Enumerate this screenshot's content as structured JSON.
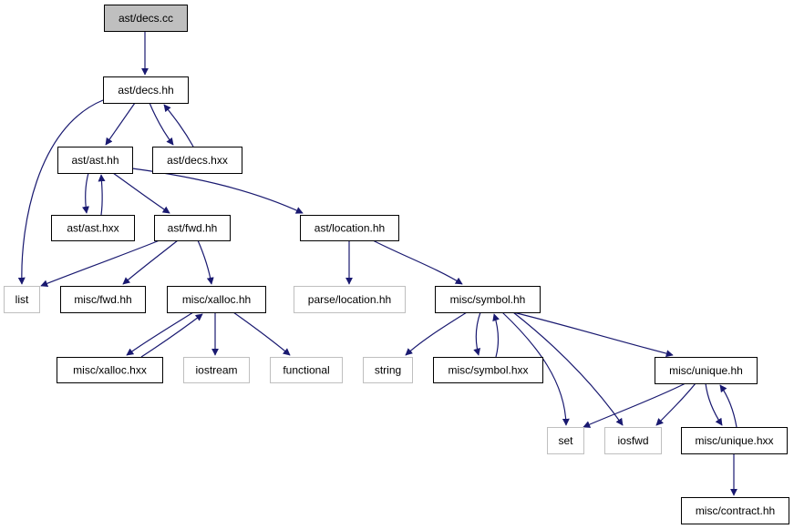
{
  "colors": {
    "edge": "#191970",
    "root_fill": "#bfbfbf",
    "node_border": "#000000",
    "external_border": "#bfbfbf",
    "background": "#ffffff"
  },
  "nodes": [
    {
      "id": "decs_cc",
      "label": "ast/decs.cc",
      "kind": "root"
    },
    {
      "id": "decs_hh",
      "label": "ast/decs.hh",
      "kind": "file"
    },
    {
      "id": "ast_hh",
      "label": "ast/ast.hh",
      "kind": "file"
    },
    {
      "id": "decs_hxx",
      "label": "ast/decs.hxx",
      "kind": "file"
    },
    {
      "id": "ast_hxx",
      "label": "ast/ast.hxx",
      "kind": "file"
    },
    {
      "id": "fwd_hh",
      "label": "ast/fwd.hh",
      "kind": "file"
    },
    {
      "id": "location_hh",
      "label": "ast/location.hh",
      "kind": "file"
    },
    {
      "id": "list",
      "label": "list",
      "kind": "external"
    },
    {
      "id": "misc_fwd_hh",
      "label": "misc/fwd.hh",
      "kind": "file"
    },
    {
      "id": "xalloc_hh",
      "label": "misc/xalloc.hh",
      "kind": "file"
    },
    {
      "id": "parse_location_hh",
      "label": "parse/location.hh",
      "kind": "external"
    },
    {
      "id": "symbol_hh",
      "label": "misc/symbol.hh",
      "kind": "file"
    },
    {
      "id": "xalloc_hxx",
      "label": "misc/xalloc.hxx",
      "kind": "file"
    },
    {
      "id": "iostream",
      "label": "iostream",
      "kind": "external"
    },
    {
      "id": "functional",
      "label": "functional",
      "kind": "external"
    },
    {
      "id": "string",
      "label": "string",
      "kind": "external"
    },
    {
      "id": "symbol_hxx",
      "label": "misc/symbol.hxx",
      "kind": "file"
    },
    {
      "id": "unique_hh",
      "label": "misc/unique.hh",
      "kind": "file"
    },
    {
      "id": "set",
      "label": "set",
      "kind": "external"
    },
    {
      "id": "iosfwd",
      "label": "iosfwd",
      "kind": "external"
    },
    {
      "id": "unique_hxx",
      "label": "misc/unique.hxx",
      "kind": "file"
    },
    {
      "id": "contract_hh",
      "label": "misc/contract.hh",
      "kind": "file"
    }
  ],
  "edges": [
    [
      "decs_cc",
      "decs_hh"
    ],
    [
      "decs_hh",
      "list"
    ],
    [
      "decs_hh",
      "ast_hh"
    ],
    [
      "decs_hh",
      "decs_hxx"
    ],
    [
      "decs_hxx",
      "decs_hh"
    ],
    [
      "ast_hh",
      "ast_hxx"
    ],
    [
      "ast_hxx",
      "ast_hh"
    ],
    [
      "ast_hh",
      "fwd_hh"
    ],
    [
      "ast_hh",
      "location_hh"
    ],
    [
      "fwd_hh",
      "list"
    ],
    [
      "fwd_hh",
      "misc_fwd_hh"
    ],
    [
      "fwd_hh",
      "xalloc_hh"
    ],
    [
      "xalloc_hh",
      "xalloc_hxx"
    ],
    [
      "xalloc_hxx",
      "xalloc_hh"
    ],
    [
      "xalloc_hh",
      "iostream"
    ],
    [
      "xalloc_hh",
      "functional"
    ],
    [
      "location_hh",
      "parse_location_hh"
    ],
    [
      "location_hh",
      "symbol_hh"
    ],
    [
      "symbol_hh",
      "string"
    ],
    [
      "symbol_hh",
      "symbol_hxx"
    ],
    [
      "symbol_hxx",
      "symbol_hh"
    ],
    [
      "symbol_hh",
      "set"
    ],
    [
      "symbol_hh",
      "iosfwd"
    ],
    [
      "symbol_hh",
      "unique_hh"
    ],
    [
      "unique_hh",
      "set"
    ],
    [
      "unique_hh",
      "iosfwd"
    ],
    [
      "unique_hh",
      "unique_hxx"
    ],
    [
      "unique_hxx",
      "unique_hh"
    ],
    [
      "unique_hxx",
      "contract_hh"
    ]
  ]
}
